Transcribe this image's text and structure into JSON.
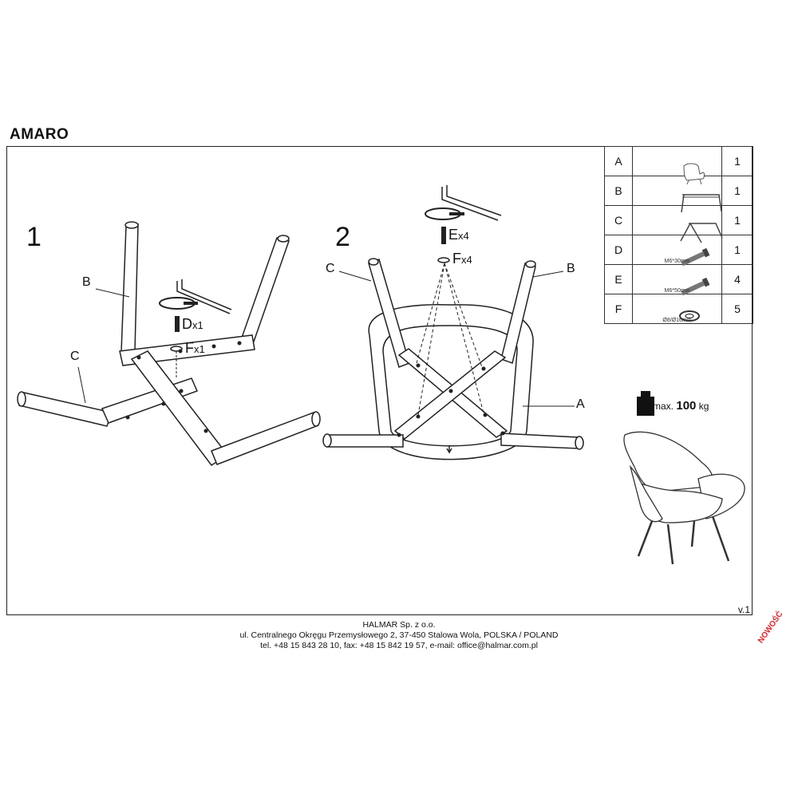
{
  "title": "AMARO",
  "steps": {
    "step1": {
      "number": "1",
      "label_b": "B",
      "label_c": "C",
      "hw_d_letter": "D",
      "hw_d_qty": "x1",
      "hw_f_letter": "F",
      "hw_f_qty": "x1"
    },
    "step2": {
      "number": "2",
      "label_c": "C",
      "label_b": "B",
      "label_a": "A",
      "hw_e_letter": "E",
      "hw_e_qty": "x4",
      "hw_f_letter": "F",
      "hw_f_qty": "x4"
    }
  },
  "parts": [
    {
      "letter": "A",
      "caption": "",
      "qty": "1",
      "icon": "armchair-icon"
    },
    {
      "letter": "B",
      "caption": "",
      "qty": "1",
      "icon": "leg-frame-b-icon"
    },
    {
      "letter": "C",
      "caption": "",
      "qty": "1",
      "icon": "leg-frame-c-icon"
    },
    {
      "letter": "D",
      "caption": "M6*30mm",
      "qty": "1",
      "icon": "bolt-icon"
    },
    {
      "letter": "E",
      "caption": "M6*50mm",
      "qty": "4",
      "icon": "bolt-icon"
    },
    {
      "letter": "F",
      "caption": "Ø8/Ø16mm",
      "qty": "5",
      "icon": "washer-icon"
    }
  ],
  "max_load": {
    "prefix": "max.",
    "value": "100",
    "unit": "kg"
  },
  "version": "v.1",
  "footer": {
    "company": "HALMAR Sp. z o.o.",
    "address": "ul. Centralnego Okręgu Przemysłowego 2, 37-450 Stalowa Wola, POLSKA / POLAND",
    "contact": "tel. +48 15 843 28 10, fax: +48 15 842 19 57, e-mail: office@halmar.com.pl"
  },
  "stamp": "NOWOŚĆ"
}
